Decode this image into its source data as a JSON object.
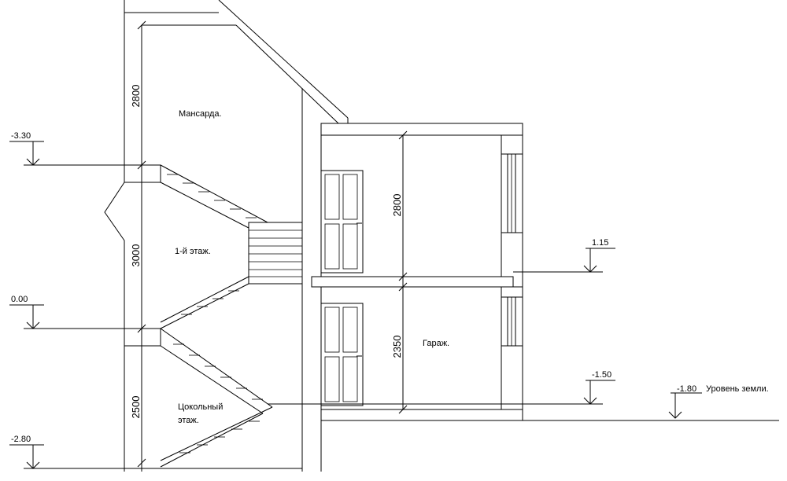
{
  "levels": {
    "attic_floor": "-3.30",
    "ground_zero": "0.00",
    "basement_floor": "-2.80",
    "garage_upper": "1.15",
    "garage_floor": "-1.50",
    "terrain": "-1.80"
  },
  "terrain_label": "Уровень земли.",
  "rooms": {
    "attic": "Мансарда.",
    "first_floor": "1-й этаж.",
    "basement_line1": "Цокольный",
    "basement_line2": "этаж.",
    "garage": "Гараж."
  },
  "dimensions": {
    "attic_height": "2800",
    "first_floor_height": "3000",
    "basement_height": "2500",
    "upper_room_height": "2800",
    "garage_height": "2350"
  }
}
